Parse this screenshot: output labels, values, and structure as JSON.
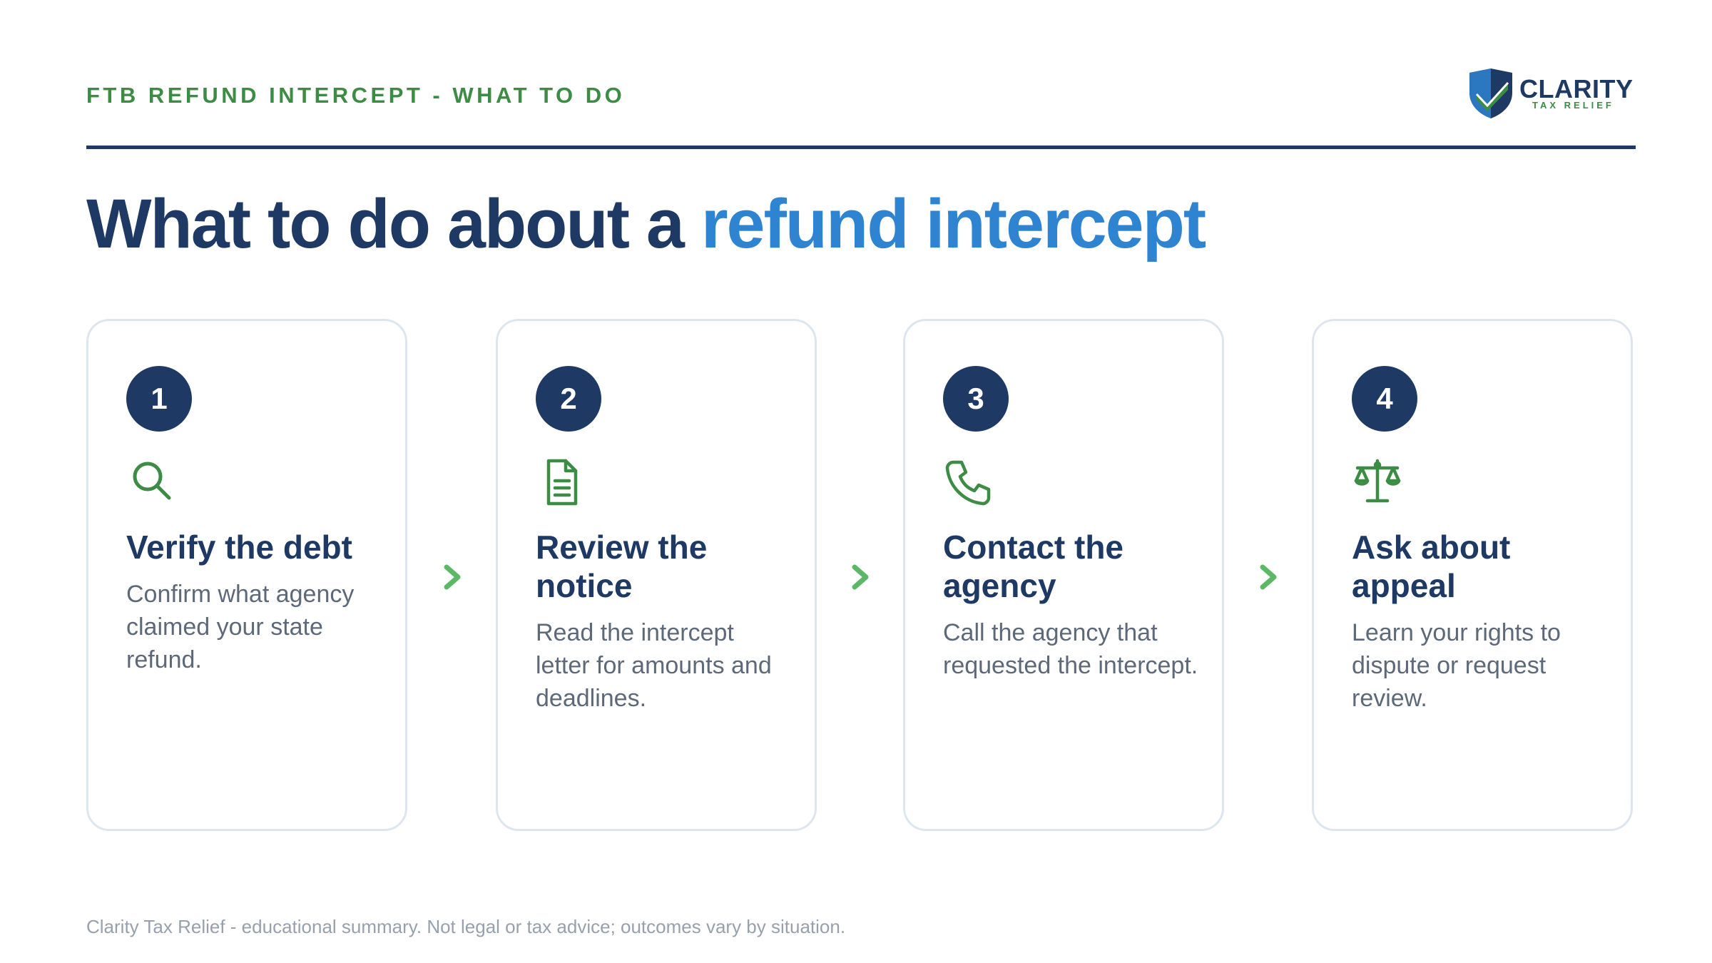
{
  "header": {
    "eyebrow": "FTB REFUND INTERCEPT - WHAT TO DO",
    "logo": {
      "name": "CLARITY",
      "tagline": "TAX RELIEF"
    }
  },
  "headline": {
    "lead": "What to do about a ",
    "accent": "refund intercept"
  },
  "steps": [
    {
      "number": "1",
      "icon": "search-icon",
      "title": "Verify the debt",
      "description": "Confirm what agency claimed your state refund."
    },
    {
      "number": "2",
      "icon": "document-icon",
      "title": "Review the notice",
      "description": "Read the intercept letter for amounts and deadlines."
    },
    {
      "number": "3",
      "icon": "phone-icon",
      "title": "Contact the agency",
      "description": "Call the agency that requested the intercept."
    },
    {
      "number": "4",
      "icon": "scales-icon",
      "title": "Ask about appeal",
      "description": "Learn your rights to dispute or request review."
    }
  ],
  "footer": {
    "disclaimer": "Clarity Tax Relief - educational summary. Not legal or tax advice; outcomes vary by situation."
  },
  "colors": {
    "navy": "#1e3a64",
    "accent_blue": "#2e84d0",
    "green": "#3d8c45",
    "chevron_green": "#5cb866",
    "card_border": "#dde6ee",
    "body_text": "#5d6978",
    "footer_text": "#97a1ad"
  }
}
